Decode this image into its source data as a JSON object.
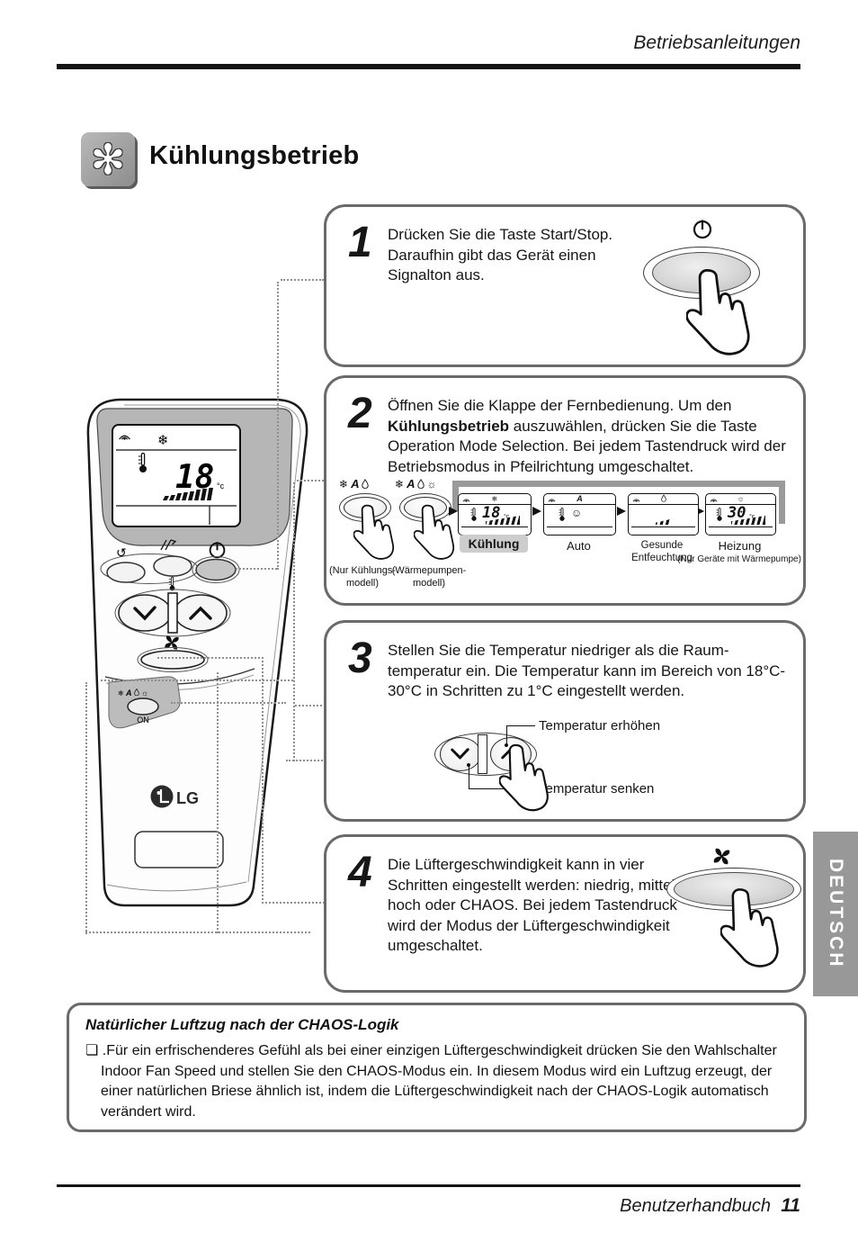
{
  "header": {
    "title": "Betriebsanleitungen"
  },
  "page_title": {
    "text": "Kühlungsbetrieb"
  },
  "icons": {
    "title_snowflake": "✻",
    "snowflake": "❄",
    "sun": "☼",
    "smiley": "☺",
    "auto_letter": "A",
    "swirl": "↺"
  },
  "colors": {
    "rule": "#141414",
    "box_border": "#6a6a6a",
    "tab_bg": "#989898",
    "chip_bg": "#cdcdcd",
    "display_bg": "#b6b6b6"
  },
  "remote": {
    "lcd_temp": "18",
    "lcd_unit": "°c",
    "on_label": "ON",
    "brand": "LG"
  },
  "steps": [
    {
      "num": "1",
      "text": "Drücken Sie die Taste Start/Stop. Daraufhin gibt das Gerät einen Signalton aus."
    },
    {
      "num": "2",
      "text_pre": "Öffnen Sie die Klappe der Fernbedienung. Um den ",
      "text_bold": "Kühlungsbetrieb",
      "text_post": " auszuwählen, drücken Sie die Taste Operation Mode Selection. Bei jedem Tastendruck wird der Betriebsmodus in Pfeilrichtung umgeschaltet.",
      "mode_buttons": [
        {
          "caption": "(Nur Kühlungs-\nmodell)"
        },
        {
          "caption": "(Wärmepumpen-\nmodell)"
        }
      ],
      "panels": [
        {
          "caption": "Kühlung",
          "temp": "18",
          "unit": "°c"
        },
        {
          "caption": "Auto"
        },
        {
          "caption": "Gesunde\nEntfeuchtung"
        },
        {
          "caption": "Heizung",
          "sub": "(Nur Geräte mit Wärmepumpe)",
          "temp": "30",
          "unit": "°c"
        }
      ]
    },
    {
      "num": "3",
      "text": "Stellen Sie die Temperatur niedriger als die Raum-temperatur ein. Die Temperatur kann im Bereich von 18°C-30°C in Schritten zu 1°C eingestellt werden.",
      "label_up": "Temperatur erhöhen",
      "label_down": "Temperatur senken"
    },
    {
      "num": "4",
      "text": "Die Lüftergeschwindigkeit kann in vier Schritten eingestellt werden: niedrig, mittel, hoch oder CHAOS. Bei jedem Tastendruck wird der Modus der Lüftergeschwindigkeit umgeschaltet."
    }
  ],
  "note": {
    "title": "Natürlicher Luftzug nach der CHAOS-Logik",
    "bullet": "❏",
    "text": ".Für ein erfrischenderes Gefühl als bei einer einzigen Lüftergeschwindigkeit drücken Sie den Wahlschalter Indoor Fan Speed und stellen Sie den CHAOS-Modus ein. In diesem Modus wird ein Luftzug erzeugt, der einer natürlichen Briese ähnlich ist, indem die Lüftergeschwindigkeit nach der CHAOS-Logik automatisch verändert wird."
  },
  "footer": {
    "label": "Benutzerhandbuch",
    "page": "11"
  },
  "side_tab": {
    "label": "DEUTSCH"
  }
}
